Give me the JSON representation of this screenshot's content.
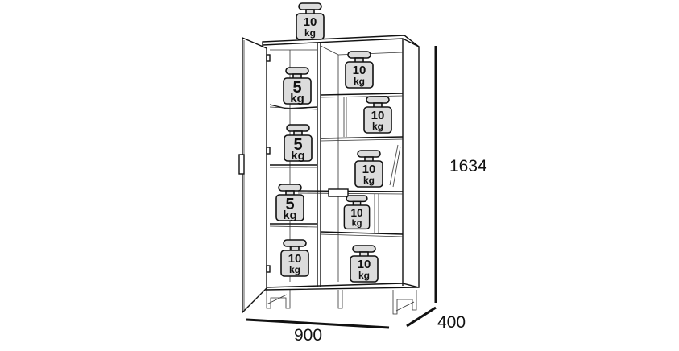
{
  "dimensions": {
    "height": "1634",
    "width": "900",
    "depth": "400"
  },
  "weights": [
    {
      "value": "10",
      "unit": "kg"
    },
    {
      "value": "5",
      "unit": "kg"
    },
    {
      "value": "10",
      "unit": "kg"
    },
    {
      "value": "10",
      "unit": "kg"
    },
    {
      "value": "5",
      "unit": "kg"
    },
    {
      "value": "10",
      "unit": "kg"
    },
    {
      "value": "5",
      "unit": "kg"
    },
    {
      "value": "10",
      "unit": "kg"
    },
    {
      "value": "10",
      "unit": "kg"
    },
    {
      "value": "10",
      "unit": "kg"
    }
  ],
  "colors": {
    "line": "#111111",
    "weight_fill": "#dcdcdc"
  }
}
